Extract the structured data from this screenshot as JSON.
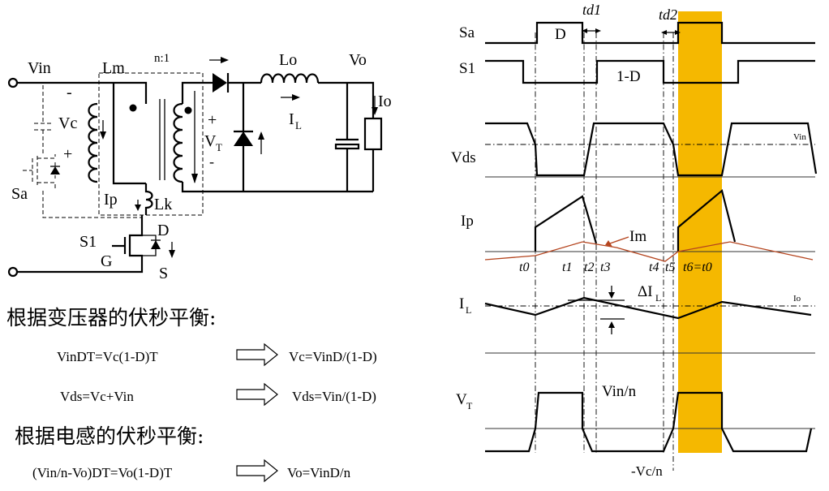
{
  "circuit": {
    "vin": "Vin",
    "lm": "Lm",
    "ratio": "n:1",
    "lo": "Lo",
    "vo": "Vo",
    "io": "Io",
    "vc": "Vc",
    "vc_minus": "-",
    "vc_plus": "+",
    "sa": "Sa",
    "ip": "Ip",
    "lk": "Lk",
    "s1": "S1",
    "d": "D",
    "g": "G",
    "s": "S",
    "vt_plus": "+",
    "vt": "V",
    "vt_sub": "T",
    "vt_minus": "-",
    "il": "I",
    "il_sub": "L"
  },
  "equations": {
    "heading1": "根据变压器的伏秒平衡:",
    "eq1_left": "VinDT=Vc(1-D)T",
    "eq1_right": "Vc=VinD/(1-D)",
    "eq2_left": "Vds=Vc+Vin",
    "eq2_right": "Vds=Vin/(1-D)",
    "heading2": "根据电感的伏秒平衡:",
    "eq3_left": "(Vin/n-Vo)DT=Vo(1-D)T",
    "eq3_right": "Vo=VinD/n"
  },
  "waveforms": {
    "td1": "td1",
    "td2": "td2",
    "sa": "Sa",
    "d": "D",
    "s1": "S1",
    "one_minus_d": "1-D",
    "vds": "Vds",
    "vin_ref": "Vin",
    "ip": "Ip",
    "im": "Im",
    "t_labels": [
      "t0",
      "t1",
      "t2",
      "t3",
      "t4",
      "t5",
      "t6=t0"
    ],
    "il": "I",
    "il_sub": "L",
    "delta_il": "ΔI",
    "delta_il_sub": "L",
    "io_ref": "Io",
    "vt": "V",
    "vt_sub": "T",
    "vin_n": "Vin/n",
    "vc_n": "-Vc/n",
    "highlight_color": "#F5B800",
    "im_color": "#B5451F"
  }
}
